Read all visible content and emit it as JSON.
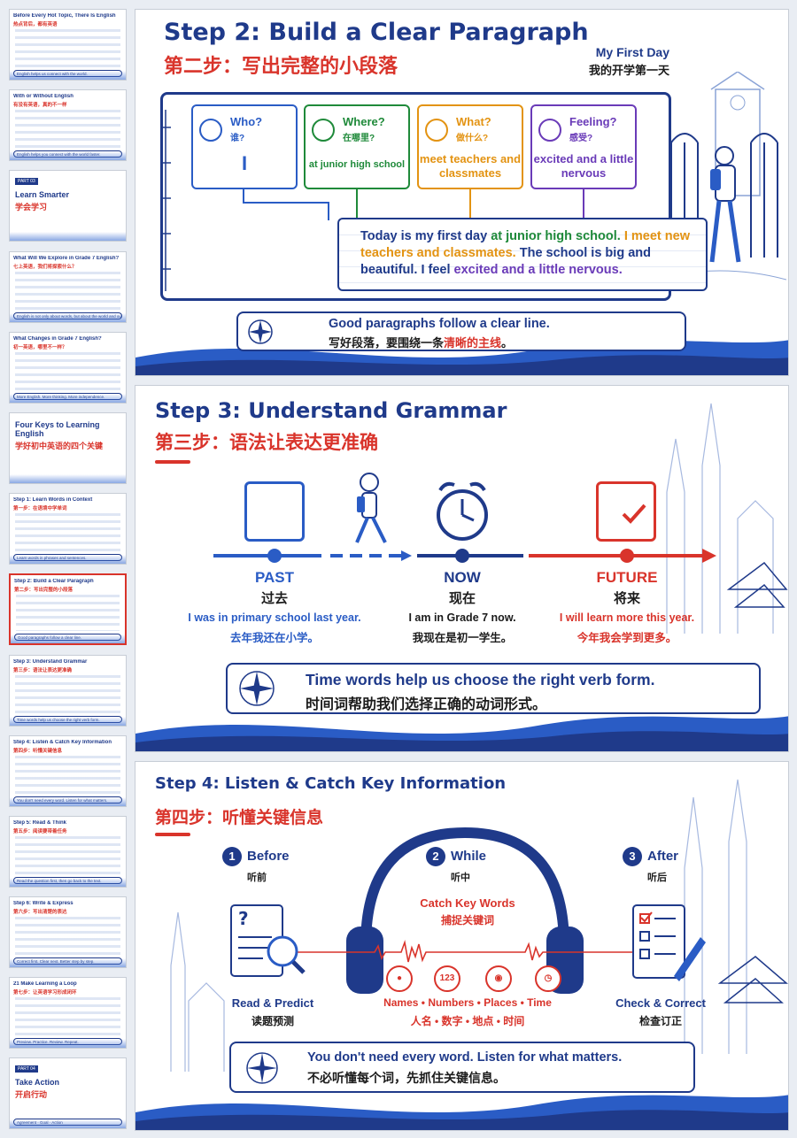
{
  "sidebar": {
    "thumbs": [
      {
        "t1": "Before Every Hot Topic, There Is English",
        "t2": "热点背后，都有英语",
        "foot": "English helps us connect with the world."
      },
      {
        "t1": "With or Without English",
        "t2": "有没有英语，真的不一样",
        "foot": "English helps you connect with the world faster."
      },
      {
        "part": "PART 03",
        "big": "Learn Smarter",
        "bigcn": "学会学习"
      },
      {
        "t1": "What Will We Explore in Grade 7 English?",
        "t2": "七上英语，我们将探索什么？",
        "foot": "English is not only about words, but about the world and ourselves."
      },
      {
        "t1": "What Changes in Grade 7 English?",
        "t2": "初一英语，哪里不一样？",
        "foot": "More English. More thinking. More independence."
      },
      {
        "big": "Four Keys to Learning English",
        "bigcn": "学好初中英语的四个关键"
      },
      {
        "t1": "Step 1: Learn Words in Context",
        "t2": "第一步：在语境中学单词",
        "foot": "Learn words in phrases and sentences."
      },
      {
        "t1": "Step 2: Build a Clear Paragraph",
        "t2": "第二步：写出完整的小段落",
        "foot": "Good paragraphs follow a clear line."
      },
      {
        "t1": "Step 3: Understand Grammar",
        "t2": "第三步：语法让表达更准确",
        "foot": "Time words help us choose the right verb form."
      },
      {
        "t1": "Step 4: Listen & Catch Key Information",
        "t2": "第四步：听懂关键信息",
        "foot": "You don't need every word. Listen for what matters."
      },
      {
        "t1": "Step 5: Read & Think",
        "t2": "第五步：阅读要带着任务",
        "foot": "Read the question first, then go back to the text."
      },
      {
        "t1": "Step 6: Write & Express",
        "t2": "第六步：写出清楚的表达",
        "foot": "Correct first. Clear next. Better step by step."
      },
      {
        "t1": "21 Make Learning a Loop",
        "t2": "第七步：让英语学习形成闭环",
        "foot": "Preview. Practice. Review. Repeat."
      },
      {
        "part": "PART 04",
        "big": "Take Action",
        "bigcn": "开启行动",
        "foot": "Agreement · Goal · Action"
      }
    ]
  },
  "slide2": {
    "title_en": "Step 2:  Build a Clear Paragraph",
    "title_cn": "第二步：写出完整的小段落",
    "side_en": "My First Day",
    "side_cn": "我的开学第一天",
    "cards": [
      {
        "q_en": "Who?",
        "q_cn": "谁?",
        "ans": "I",
        "color": "#2a5cc5"
      },
      {
        "q_en": "Where?",
        "q_cn": "在哪里?",
        "ans": "at junior high school",
        "color": "#1f8a3a"
      },
      {
        "q_en": "What?",
        "q_cn": "做什么?",
        "ans": "meet teachers and classmates",
        "color": "#e39312"
      },
      {
        "q_en": "Feeling?",
        "q_cn": "感受?",
        "ans": "excited and a little nervous",
        "color": "#6a3bb8"
      }
    ],
    "paragraph": {
      "p1": "Today is my first day ",
      "p2": "at junior high school.",
      "p3": " I meet new teachers and classmates.",
      "p4": " The school is big and beautiful. I feel ",
      "p5": "excited and a little nervous.",
      "p6": ""
    },
    "note_en": "Good paragraphs follow a clear line.",
    "note_cn_a": "写好段落，要围绕一条",
    "note_cn_b": "清晰的主线",
    "note_cn_c": "。"
  },
  "slide3": {
    "title_en": "Step 3:  Understand Grammar",
    "title_cn": "第三步：语法让表达更准确",
    "past": {
      "en": "PAST",
      "cn": "过去",
      "ex_en": "I was in primary school last year.",
      "ex_cn": "去年我还在小学。",
      "color": "#2a5cc5"
    },
    "now": {
      "en": "NOW",
      "cn": "现在",
      "ex_en": "I am in Grade 7 now.",
      "ex_cn": "我现在是初一学生。",
      "color": "#1f3a8a"
    },
    "future": {
      "en": "FUTURE",
      "cn": "将来",
      "ex_en": "I will learn more this year.",
      "ex_cn": "今年我会学到更多。",
      "color": "#d9342b"
    },
    "note_en": "Time words help us choose the right verb form.",
    "note_cn": "时间词帮助我们选择正确的动词形式。"
  },
  "slide4": {
    "title_en": "Step 4:  Listen & Catch Key Information",
    "title_cn": "第四步：听懂关键信息",
    "steps": [
      {
        "num": "1",
        "en": "Before",
        "cn": "听前",
        "task_en": "Read & Predict",
        "task_cn": "读题预测"
      },
      {
        "num": "2",
        "en": "While",
        "cn": "听中",
        "task_en": "Catch Key Words",
        "task_cn": "捕捉关键词"
      },
      {
        "num": "3",
        "en": "After",
        "cn": "听后",
        "task_en": "Check & Correct",
        "task_cn": "检查订正"
      }
    ],
    "key_icons": [
      "person-icon",
      "123",
      "place-pin-icon",
      "clock-icon"
    ],
    "key_words_en": "Names • Numbers • Places • Time",
    "key_words_cn": "人名 • 数字 • 地点 • 时间",
    "note_en": "You don't need every word. Listen for what matters.",
    "note_cn": "不必听懂每个词，先抓住关键信息。"
  }
}
